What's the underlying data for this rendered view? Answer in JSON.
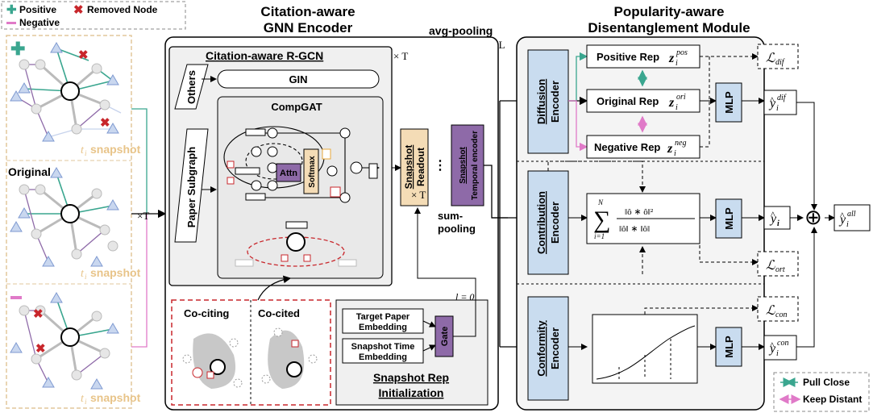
{
  "legend": {
    "positive": "Positive",
    "removed": "Removed Node",
    "negative": "Negative"
  },
  "left_column": {
    "original_label": "Original",
    "snapshot_top": "snapshot",
    "snapshot_bottom": "snapshot",
    "snapshot_mid": "snapshot",
    "t_symbol": "t",
    "i_sub": "i",
    "times_t": "×T"
  },
  "gnn_encoder": {
    "title_line1": "Citation-aware",
    "title_line2": "GNN Encoder",
    "rgcn_title": "Citation-aware R-GCN",
    "times_t_top": "× T",
    "others": "Others",
    "gin": "GIN",
    "paper_subgraph": "Paper Subgraph",
    "compgat": "CompGAT",
    "attn": "Attn",
    "softmax": "Softmax",
    "co_citing": "Co-citing",
    "co_cited": "Co-cited",
    "target_paper_line1": "Target Paper",
    "target_paper_line2": "Embedding",
    "snapshot_time_line1": "Snapshot Time",
    "snapshot_time_line2": "Embedding",
    "gate": "Gate",
    "init_line1": "Snapshot Rep",
    "init_line2": "Initialization",
    "l_zero": "l = 0",
    "snapshot_readout_line1": "Snapshot",
    "snapshot_readout_line2": "Readout",
    "temporal_line1": "Snapshot",
    "temporal_line2": "Temporal encoder",
    "times_t_mid": "× T",
    "avg_pooling": "avg-pooling",
    "times_l": "× L",
    "sum_pooling_line1": "sum-",
    "sum_pooling_line2": "pooling"
  },
  "disentangle": {
    "title_line1": "Popularity-aware",
    "title_line2": "Disentanglement Module",
    "diffusion_encoder_line1": "Diffusion",
    "diffusion_encoder_line2": "Encoder",
    "positive_rep": "Positive Rep",
    "original_rep": "Original Rep",
    "negative_rep": "Negative Rep",
    "z_symbol": "z",
    "i_sub": "i",
    "pos_sup": "pos",
    "ori_sup": "ori",
    "neg_sup": "neg",
    "mlp1": "MLP",
    "y_dif_sup": "dif",
    "loss_dif": "dif",
    "contribution_line1": "Contribution",
    "contribution_line2": "Encoder",
    "sum_n": "N",
    "sum_i1": "i=1",
    "mlp2": "MLP",
    "y_plain": "y",
    "y_all_sup": "all",
    "loss_ort": "ort",
    "conformity_line1": "Conformity",
    "conformity_line2": "Encoder",
    "loss_con": "con",
    "mlp3": "MLP",
    "y_con_sup": "con",
    "pull_close": "Pull Close",
    "keep_distant": "Keep Distant",
    "l_symbol": "ℒ",
    "plus": "⊕"
  },
  "colors": {
    "positive": "#3aa68f",
    "negative": "#e07ac8",
    "removed": "#c8262b",
    "snapshot_tan": "#e2c79c",
    "purple": "#8e6aa8",
    "graybox": "#f0f0f0",
    "tan_box": "#f4dcb6",
    "blue_box": "#c9dcef",
    "tan_txt": "#e8c489"
  }
}
